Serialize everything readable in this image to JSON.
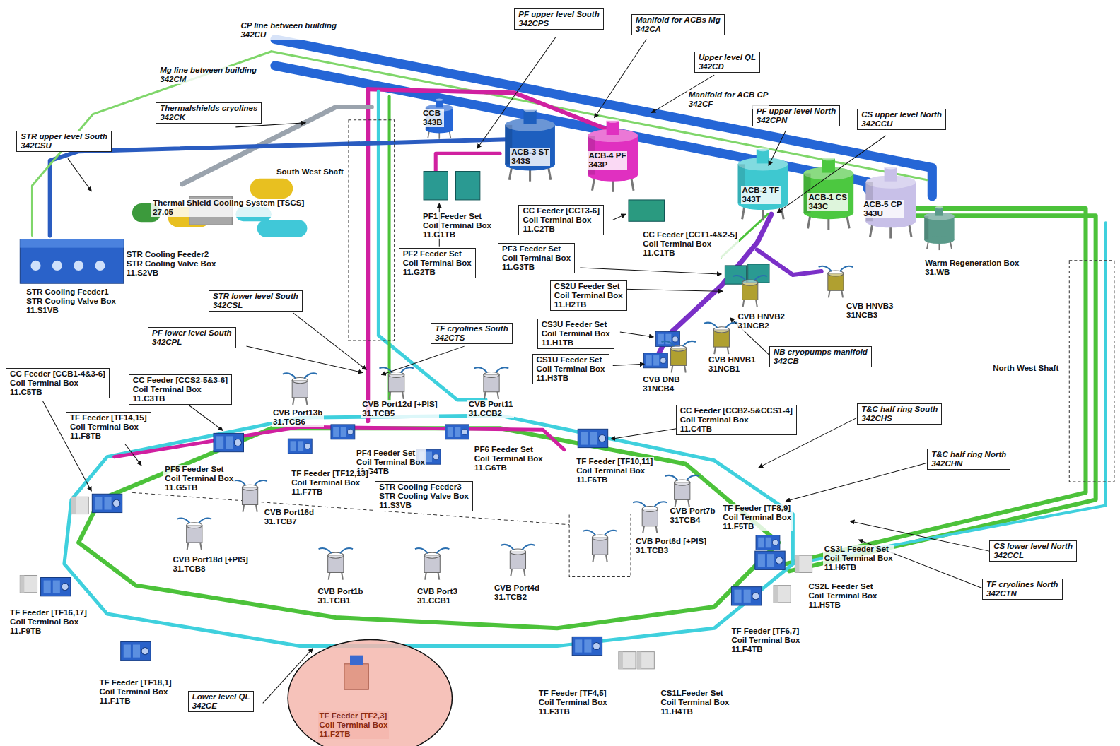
{
  "diagram": {
    "nodes": [
      {
        "text": [
          "PF upper level South",
          "342CPS"
        ]
      },
      {
        "text": [
          "Manifold for ACBs Mg",
          "342CA"
        ]
      },
      {
        "text": [
          "Upper level QL",
          "342CD"
        ]
      },
      {
        "text": [
          "Thermalshields cryolines",
          "342CK"
        ]
      },
      {
        "text": [
          "PF upper level North",
          "342CPN"
        ]
      },
      {
        "text": [
          "CS upper level North",
          "342CCU"
        ]
      },
      {
        "text": [
          "STR upper level South",
          "342CSU"
        ]
      },
      {
        "text": [
          "CC Feeder [CCT3-6]",
          "Coil Terminal Box",
          "11.C2TB"
        ]
      },
      {
        "text": [
          "PF3 Feeder Set",
          "Coil Terminal Box",
          "11.G3TB"
        ]
      },
      {
        "text": [
          "PF2 Feeder Set",
          "Coil Terminal Box",
          "11.G2TB"
        ]
      },
      {
        "text": [
          "CS2U Feeder Set",
          "Coil Terminal Box",
          "11.H2TB"
        ]
      },
      {
        "text": [
          "STR lower level South",
          "342CSL"
        ]
      },
      {
        "text": [
          "CS3U Feeder Set",
          "Coil Terminal Box",
          "11.H1TB"
        ]
      },
      {
        "text": [
          "TF cryolines South",
          "342CTS"
        ]
      },
      {
        "text": [
          "PF lower level South",
          "342CPL"
        ]
      },
      {
        "text": [
          "NB cryopumps manifold",
          "342CB"
        ]
      },
      {
        "text": [
          "CS1U Feeder Set",
          "Coil Terminal Box",
          "11.H3TB"
        ]
      },
      {
        "text": [
          "CC Feeder [CCB1-4&3-6]",
          "Coil Terminal Box",
          "11.C5TB"
        ]
      },
      {
        "text": [
          "CC Feeder [CCS2-5&3-6]",
          "Coil Terminal Box",
          "11.C3TB"
        ]
      },
      {
        "text": [
          "T&C half ring South",
          "342CHS"
        ]
      },
      {
        "text": [
          "CC Feeder [CCB2-5&CCS1-4]",
          "Coil Terminal Box",
          "11.C4TB"
        ]
      },
      {
        "text": [
          "TF Feeder [TF14,15]",
          "Coil Terminal Box",
          "11.F8TB"
        ]
      },
      {
        "text": [
          "T&C half ring North",
          "342CHN"
        ]
      },
      {
        "text": [
          "STR Cooling Feeder3",
          "STR Cooling Valve Box",
          "11.S3VB"
        ]
      },
      {
        "text": [
          "CS lower level North",
          "342CCL"
        ]
      },
      {
        "text": [
          "TF cryolines North",
          "342CTN"
        ]
      },
      {
        "text": [
          "Lower level QL",
          "342CE"
        ]
      }
    ],
    "labels": [
      "CP line between building",
      "342CU",
      "Mg line between building",
      "342CM",
      "Manifold for ACB CP",
      "342CF",
      "CCB",
      "343B",
      "ACB-3 ST",
      "343S",
      "ACB-4 PF",
      "343P",
      "ACB-2 TF",
      "343T",
      "ACB-1 CS",
      "343C",
      "ACB-5 CP",
      "343U",
      "South West Shaft",
      "Thermal Shield Cooling System [TSCS]",
      "27.05",
      "PF1 Feeder Set",
      "Coil Terminal Box",
      "11.G1TB",
      "CC Feeder [CCT1-4&2-5]",
      "Coil Terminal Box",
      "11.C1TB",
      "STR Cooling Feeder2",
      "STR Cooling Valve Box",
      "11.S2VB",
      "Warm Regeneration Box",
      "31.WB",
      "STR Cooling Feeder1",
      "STR Cooling Valve Box",
      "11.S1VB",
      "CVB HNVB3",
      "31NCB3",
      "CVB HNVB2",
      "31NCB2",
      "CVB HNVB1",
      "31NCB1",
      "CVB DNB",
      "31NCB4",
      "North West Shaft",
      "CVB Port12d [+PIS]",
      "31.TCB5",
      "CVB Port11",
      "31.CCB2",
      "CVB Port13b",
      "31.TCB6",
      "PF6 Feeder Set",
      "Coil Terminal Box",
      "11.G6TB",
      "PF4 Feeder Set",
      "Coil Terminal Box",
      "11.G4TB",
      "TF Feeder [TF10,11]",
      "Coil Terminal Box",
      "11.F6TB",
      "PF5 Feeder Set",
      "Coil Terminal Box",
      "11.G5TB",
      "TF Feeder [TF12,13]",
      "Coil Terminal Box",
      "11.F7TB",
      "TF Feeder [TF8,9]",
      "Coil Terminal Box",
      "11.F5TB",
      "CVB Port7b",
      "31TCB4",
      "CVB Port16d",
      "31.TCB7",
      "CVB Port6d [+PIS]",
      "31.TCB3",
      "CS3L Feeder Set",
      "Coil Terminal Box",
      "11.H6TB",
      "CVB Port18d [+PIS]",
      "31.TCB8",
      "CS2L Feeder Set",
      "Coil Terminal Box",
      "11.H5TB",
      "CVB Port4d",
      "31.TCB2",
      "CVB Port1b",
      "31.TCB1",
      "CVB Port3",
      "31.CCB1",
      "TF Feeder [TF16,17]",
      "Coil Terminal Box",
      "11.F9TB",
      "TF Feeder [TF6,7]",
      "Coil Terminal Box",
      "11.F4TB",
      "TF Feeder [TF18,1]",
      "Coil Terminal Box",
      "11.F1TB",
      "TF Feeder [TF4,5]",
      "Coil Terminal Box",
      "11.F3TB",
      "CS1LFeeder Set",
      "Coil Terminal Box",
      "11.H4TB",
      "TF Feeder [TF2,3]",
      "Coil Terminal Box",
      "11.F2TB"
    ]
  }
}
